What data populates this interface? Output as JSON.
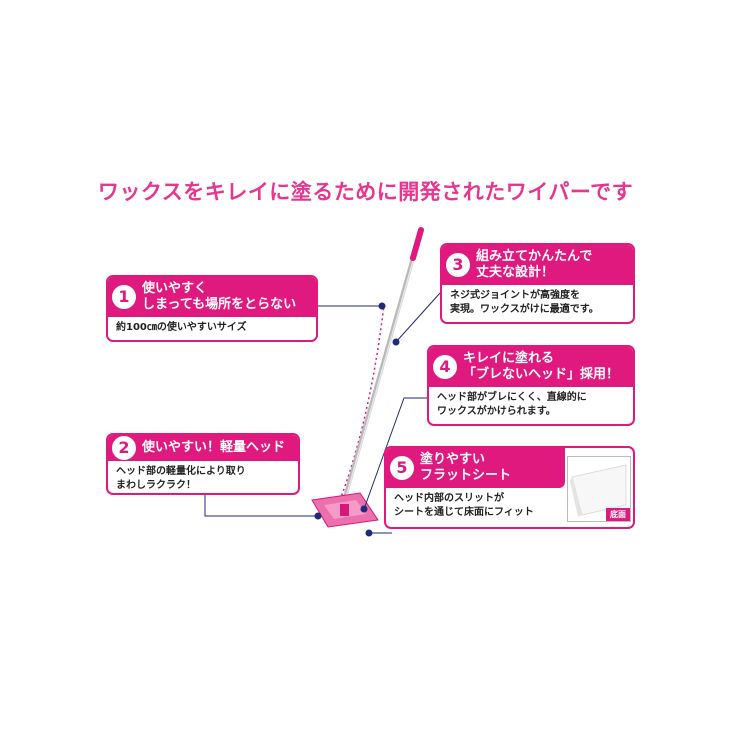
{
  "headline": "ワックスをキレイに塗るために開発されたワイパーです",
  "callouts": [
    {
      "num": "1",
      "title_line1": "使いやすく",
      "title_line2": "しまっても場所をとらない",
      "body_line1": "約100㎝の使いやすいサイズ",
      "body_line2": ""
    },
    {
      "num": "2",
      "title_line1": "使いやすい！軽量ヘッド",
      "title_line2": "",
      "body_line1": "ヘッド部の軽量化により取り",
      "body_line2": "まわしラクラク！"
    },
    {
      "num": "3",
      "title_line1": "組み立てかんたんで",
      "title_line2": "丈夫な設計！",
      "body_line1": "ネジ式ジョイントが高強度を",
      "body_line2": "実現。ワックスがけに最適です。"
    },
    {
      "num": "4",
      "title_line1": "キレイに塗れる",
      "title_line2": "「ブレないヘッド」採用！",
      "body_line1": "ヘッド部がブレにくく、直線的に",
      "body_line2": "ワックスがかけられます。"
    },
    {
      "num": "5",
      "title_line1": "塗りやすい",
      "title_line2": "フラットシート",
      "body_line1": "ヘッド内部のスリットが",
      "body_line2": "シートを通じて床面にフィット"
    }
  ],
  "sheet_label": "底面",
  "colors": {
    "accent": "#e0197e",
    "headline": "#e8368f",
    "connector": "#1f2a7a"
  }
}
